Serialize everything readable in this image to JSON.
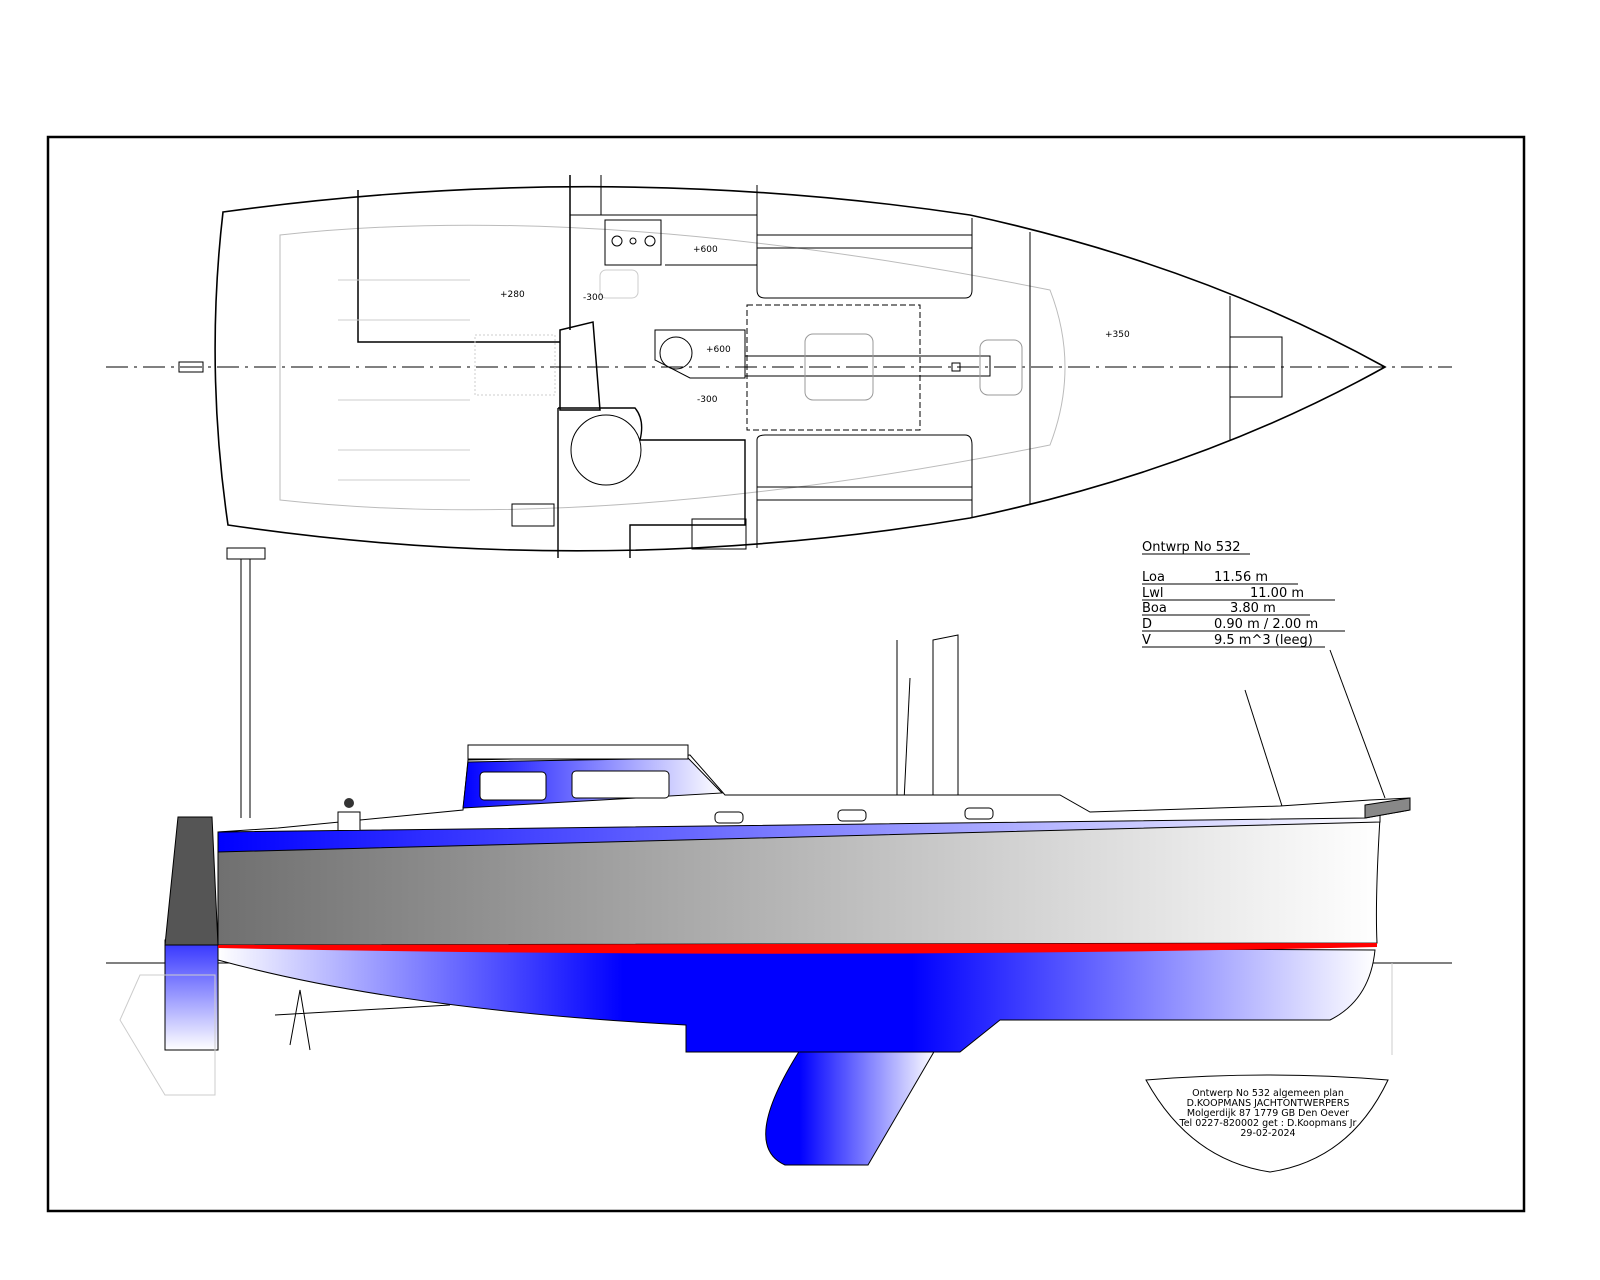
{
  "plan_labels": {
    "aft_cockpit": "+280",
    "galley_floor": "-300",
    "galley_counter": "+600",
    "table": "+600",
    "saloon_floor": "-300",
    "forepeak": "+350"
  },
  "specs": {
    "title": "Ontwrp No 532",
    "rows": [
      {
        "label": "Loa",
        "value": "11.56  m"
      },
      {
        "label": "Lwl",
        "value": "11.00  m"
      },
      {
        "label": "Boa",
        "value": "3.80  m"
      },
      {
        "label": "D",
        "value": "0.90  m  /  2.00  m"
      },
      {
        "label": "V",
        "value": "9.5  m^3  (leeg)"
      }
    ]
  },
  "title_block": {
    "line1": "Ontwerp No 532 algemeen plan",
    "line2": "D.KOOPMANS   JACHTONTWERPERS",
    "line3": "Molgerdijk 87 1779 GB Den Oever",
    "line4": "Tel 0227-820002 get : D.Koopmans Jr",
    "line5": "29-02-2024"
  },
  "colors": {
    "hull_blue": "#0000ff",
    "topsides_grey": "#808080",
    "boottop_red": "#ff0000"
  }
}
